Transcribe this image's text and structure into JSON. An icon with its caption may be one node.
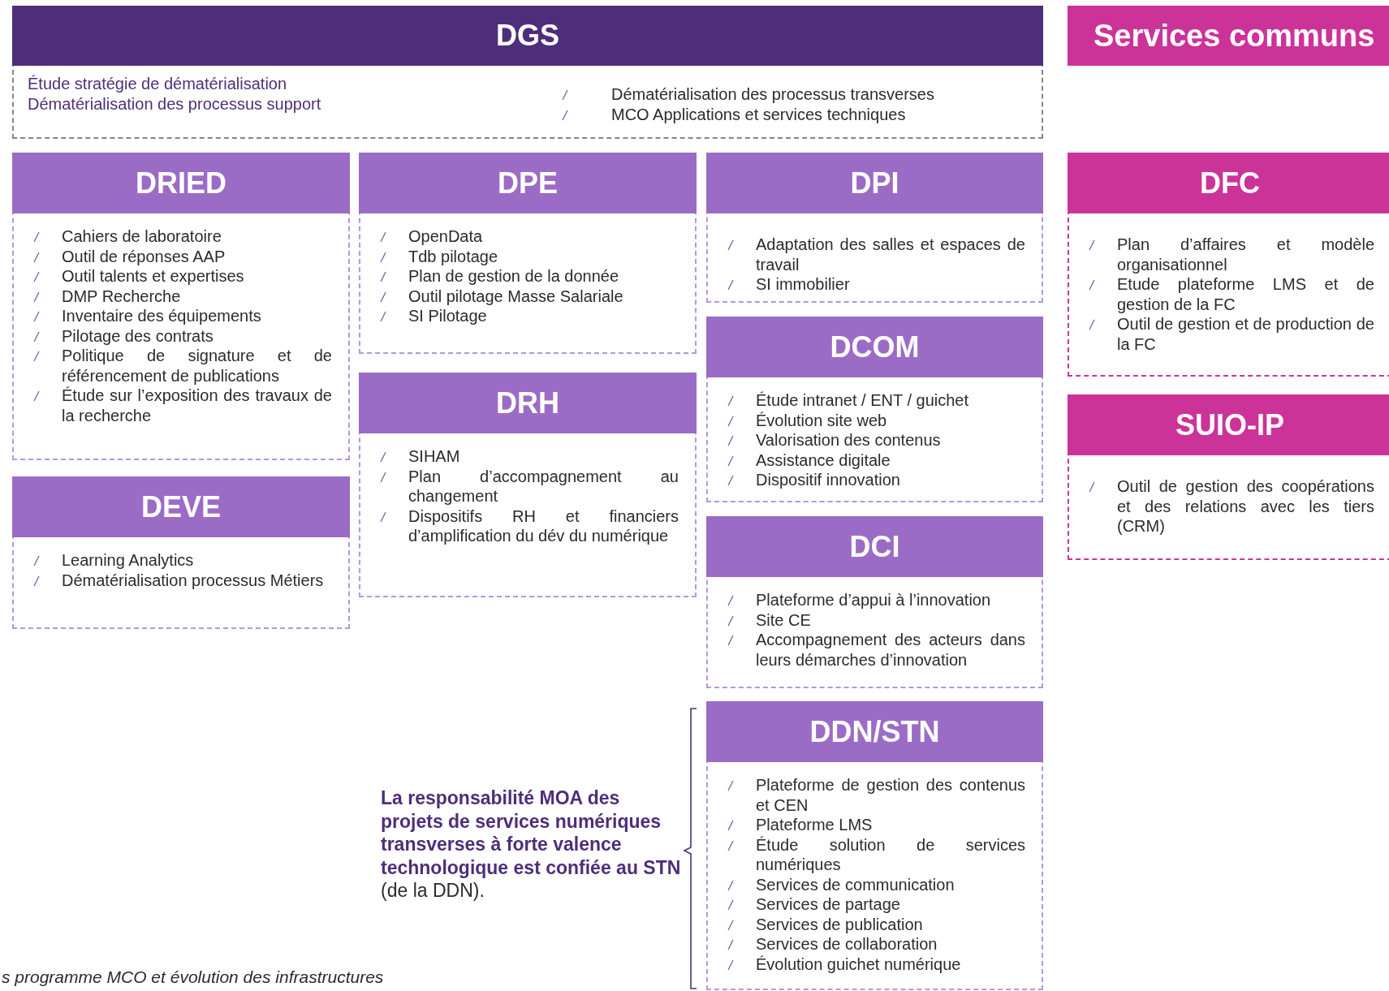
{
  "diagram": {
    "nodes": [
      {
        "text": [
          "DGS",
          "Étude stratégie de dématérialisation",
          "Dématérialisation des processus support",
          "Dématérialisation des processus transverses",
          "MCO Applications et services techniques"
        ]
      },
      {
        "text": [
          "Services communs"
        ]
      },
      {
        "text": [
          "DRIED",
          "Cahiers de laboratoire",
          "Outil de réponses AAP",
          "Outil talents et expertises",
          "DMP Recherche",
          "Inventaire des équipements",
          "Pilotage des contrats",
          "Politique de signature et de référencement de publications",
          "Étude sur l’exposition des travaux de la recherche"
        ]
      },
      {
        "text": [
          "DPE",
          "OpenData",
          "Tdb pilotage",
          "Plan de gestion de la donnée",
          "Outil pilotage Masse Salariale",
          "SI Pilotage"
        ]
      },
      {
        "text": [
          "DPI",
          "Adaptation des salles et espaces de travail",
          "SI immobilier"
        ]
      },
      {
        "text": [
          "DFC",
          "Plan d’affaires et modèle organisationnel",
          "Etude plateforme LMS et de gestion de la FC",
          "Outil de gestion et de production de la FC"
        ]
      },
      {
        "text": [
          "DRH",
          "SIHAM",
          "Plan d’accompagnement au changement",
          "Dispositifs RH et financiers d’amplification du dév du numérique"
        ]
      },
      {
        "text": [
          "DCOM",
          "Étude intranet / ENT / guichet",
          "Évolution site web",
          "Valorisation des contenus",
          "Assistance digitale",
          "Dispositif innovation"
        ]
      },
      {
        "text": [
          "SUIO-IP",
          "Outil de gestion des coopérations et des relations avec les tiers (CRM)"
        ]
      },
      {
        "text": [
          "DEVE",
          "Learning Analytics",
          "Dématérialisation processus Métiers"
        ]
      },
      {
        "text": [
          "DCI",
          "Plateforme d’appui à l’innovation",
          "Site CE",
          "Accompagnement des acteurs dans leurs démarches d’innovation"
        ]
      },
      {
        "text": [
          "DDN/STN",
          "Plateforme de gestion des contenus et CEN",
          "Plateforme LMS",
          "Étude solution de services numériques",
          "Services de communication",
          "Services de partage",
          "Services de publication",
          "Services de collaboration",
          "Évolution guichet numérique"
        ]
      }
    ],
    "labels": [
      "**La responsabilité MOA des projets de services numériques transverses à forte valence technologique est confiée au STN** (de la DDN).",
      "s programme MCO et évolution des infrastructures"
    ]
  }
}
